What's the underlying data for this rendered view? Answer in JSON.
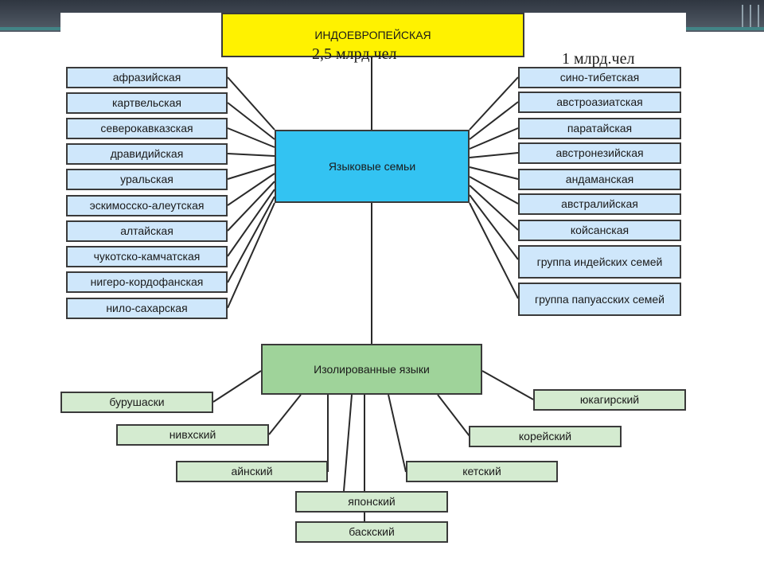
{
  "top": {
    "title": "ИНДОЕВРОПЕЙСКАЯ",
    "stat_left": "2,5 млрд.чел",
    "stat_right": "1 млрд.чел"
  },
  "families": {
    "label": "Языковые семьи",
    "left": [
      "афразийская",
      "картвельская",
      "северокавказская",
      "дравидийская",
      "уральская",
      "эскимосско-алеутская",
      "алтайская",
      "чукотско-камчатская",
      "нигеро-кордофанская",
      "нило-сахарская"
    ],
    "right": [
      "сино-тибетская",
      "австроазиатская",
      "паратайская",
      "австронезийская",
      "андаманская",
      "австралийская",
      "койсанская",
      "группа индейских семей",
      "группа папуасских семей"
    ]
  },
  "isolated": {
    "label": "Изолированные языки",
    "items": [
      "бурушаски",
      "нивхский",
      "айнский",
      "японский",
      "баскский",
      "кетский",
      "корейский",
      "юкагирский"
    ]
  },
  "colors": {
    "yellow": "#fff200",
    "blue_center": "#33c3f2",
    "blue_box": "#cfe7fb",
    "green_center": "#9fd39a",
    "green_box": "#d4ebd0"
  }
}
